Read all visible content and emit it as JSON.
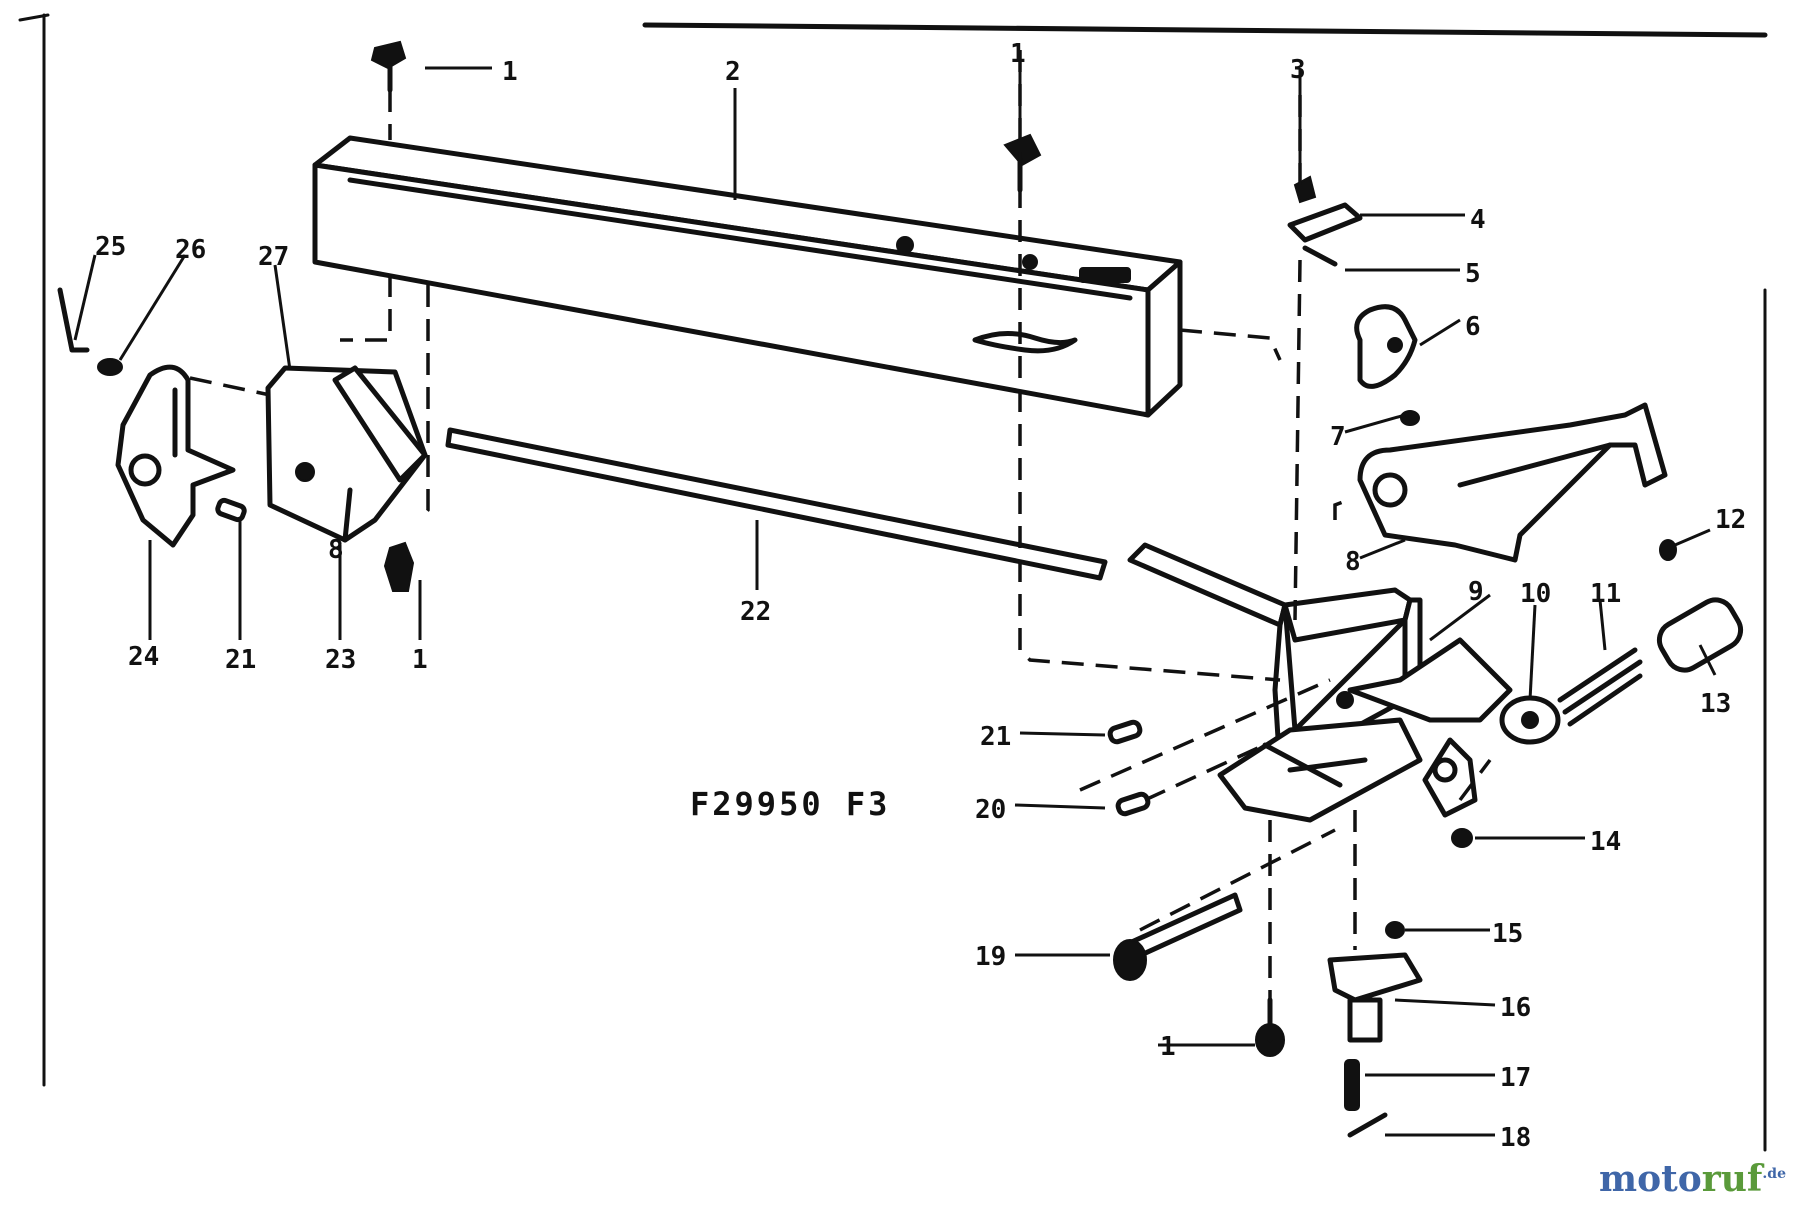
{
  "diagram": {
    "drawing_code": "F29950  F3",
    "part_numbers": {
      "p1": "1",
      "p2": "2",
      "p3": "3",
      "p4": "4",
      "p5": "5",
      "p6": "6",
      "p7": "7",
      "p8": "8",
      "p9": "9",
      "p10": "10",
      "p11": "11",
      "p12": "12",
      "p13": "13",
      "p14": "14",
      "p15": "15",
      "p16": "16",
      "p17": "17",
      "p18": "18",
      "p19": "19",
      "p20": "20",
      "p21": "21",
      "p22": "22",
      "p23": "23",
      "p24": "24",
      "p25": "25",
      "p26": "26",
      "p27": "27"
    }
  },
  "watermark": {
    "brand_a": "moto",
    "brand_b": "ruf",
    "tld": ".de",
    "colors": {
      "blue": "#3f66a8",
      "green": "#5a9a3a"
    }
  }
}
